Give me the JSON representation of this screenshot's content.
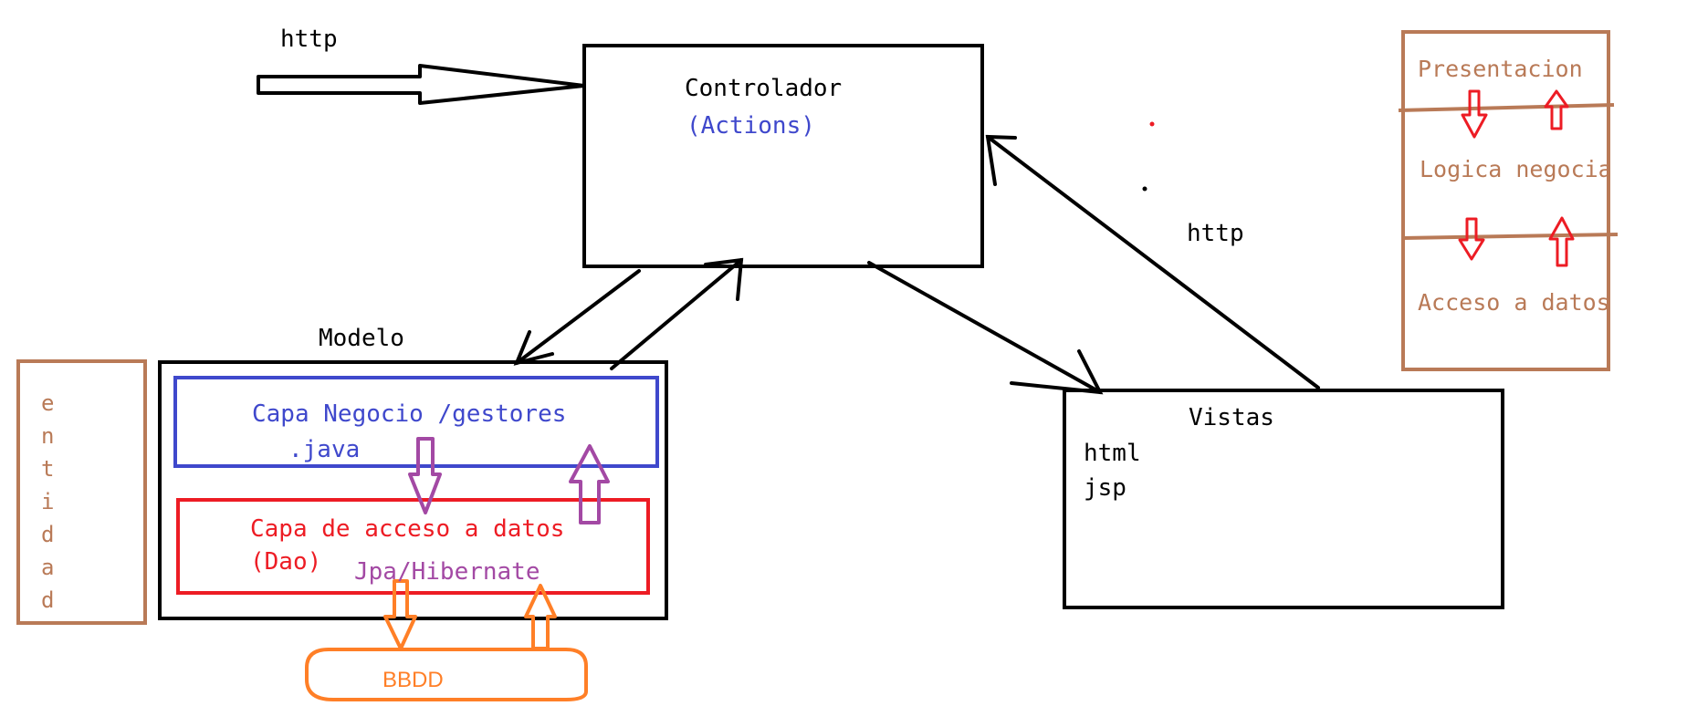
{
  "colors": {
    "black": "#000000",
    "blue": "#3f48cc",
    "red": "#ed1c24",
    "purple": "#a349a4",
    "orange": "#ff7f27",
    "brown": "#b97a57"
  },
  "labels": {
    "http_top": "http",
    "controlador": "Controlador",
    "actions": "(Actions)",
    "http_right": "http",
    "modelo": "Modelo",
    "capa_negocio": "Capa Negocio /gestores",
    "java": ".java",
    "capa_acceso": "Capa de acceso a datos",
    "dao": "(Dao)",
    "jpa": "Jpa/Hibernate",
    "bbdd": "BBDD",
    "vistas": "Vistas",
    "html": "html",
    "jsp": "jsp",
    "entidad": [
      "e",
      "n",
      "t",
      "i",
      "d",
      "a",
      "d"
    ],
    "presentacion": "Presentacion",
    "logica": "Logica negocia",
    "acceso": "Acceso a datos"
  }
}
